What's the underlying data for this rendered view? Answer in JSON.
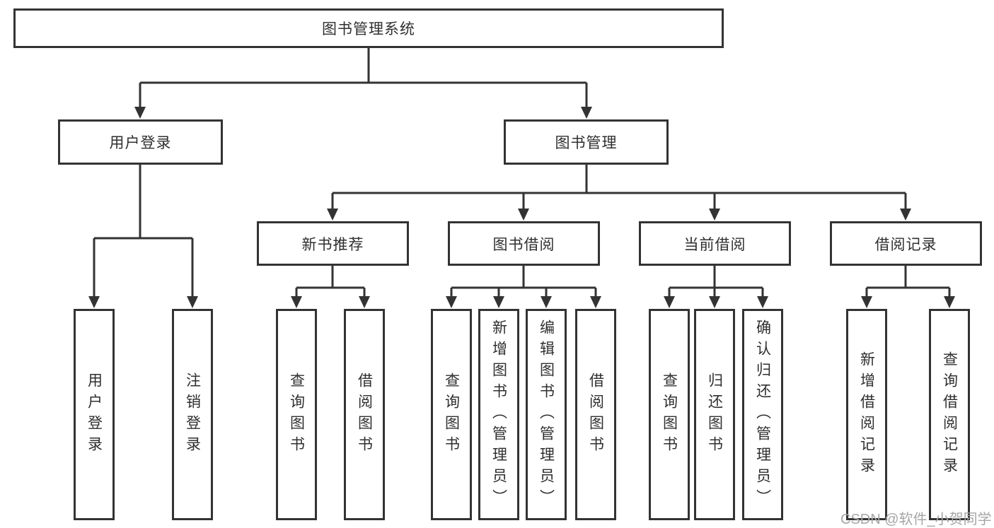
{
  "diagram": {
    "kind": "functional-structure-tree",
    "colors": {
      "line": "#333333",
      "box_border": "#333333",
      "box_fill": "#ffffff",
      "text": "#2f2f2f",
      "watermark": "#a6a6a6"
    }
  },
  "tree": {
    "label": "图书管理系统",
    "children": [
      {
        "label": "用户登录",
        "children": [
          {
            "label": "用户登录"
          },
          {
            "label": "注销登录"
          }
        ]
      },
      {
        "label": "图书管理",
        "children": [
          {
            "label": "新书推荐",
            "children": [
              {
                "label": "查询图书"
              },
              {
                "label": "借阅图书"
              }
            ]
          },
          {
            "label": "图书借阅",
            "children": [
              {
                "label": "查询图书"
              },
              {
                "label": "新增图书（管理员）"
              },
              {
                "label": "编辑图书（管理员）"
              },
              {
                "label": "借阅图书"
              }
            ]
          },
          {
            "label": "当前借阅",
            "children": [
              {
                "label": "查询图书"
              },
              {
                "label": "归还图书"
              },
              {
                "label": "确认归还（管理员）"
              }
            ]
          },
          {
            "label": "借阅记录",
            "children": [
              {
                "label": "新增借阅记录"
              },
              {
                "label": "查询借阅记录"
              }
            ]
          }
        ]
      }
    ]
  },
  "watermark": {
    "text": "CSDN @软件_小贺同学"
  }
}
